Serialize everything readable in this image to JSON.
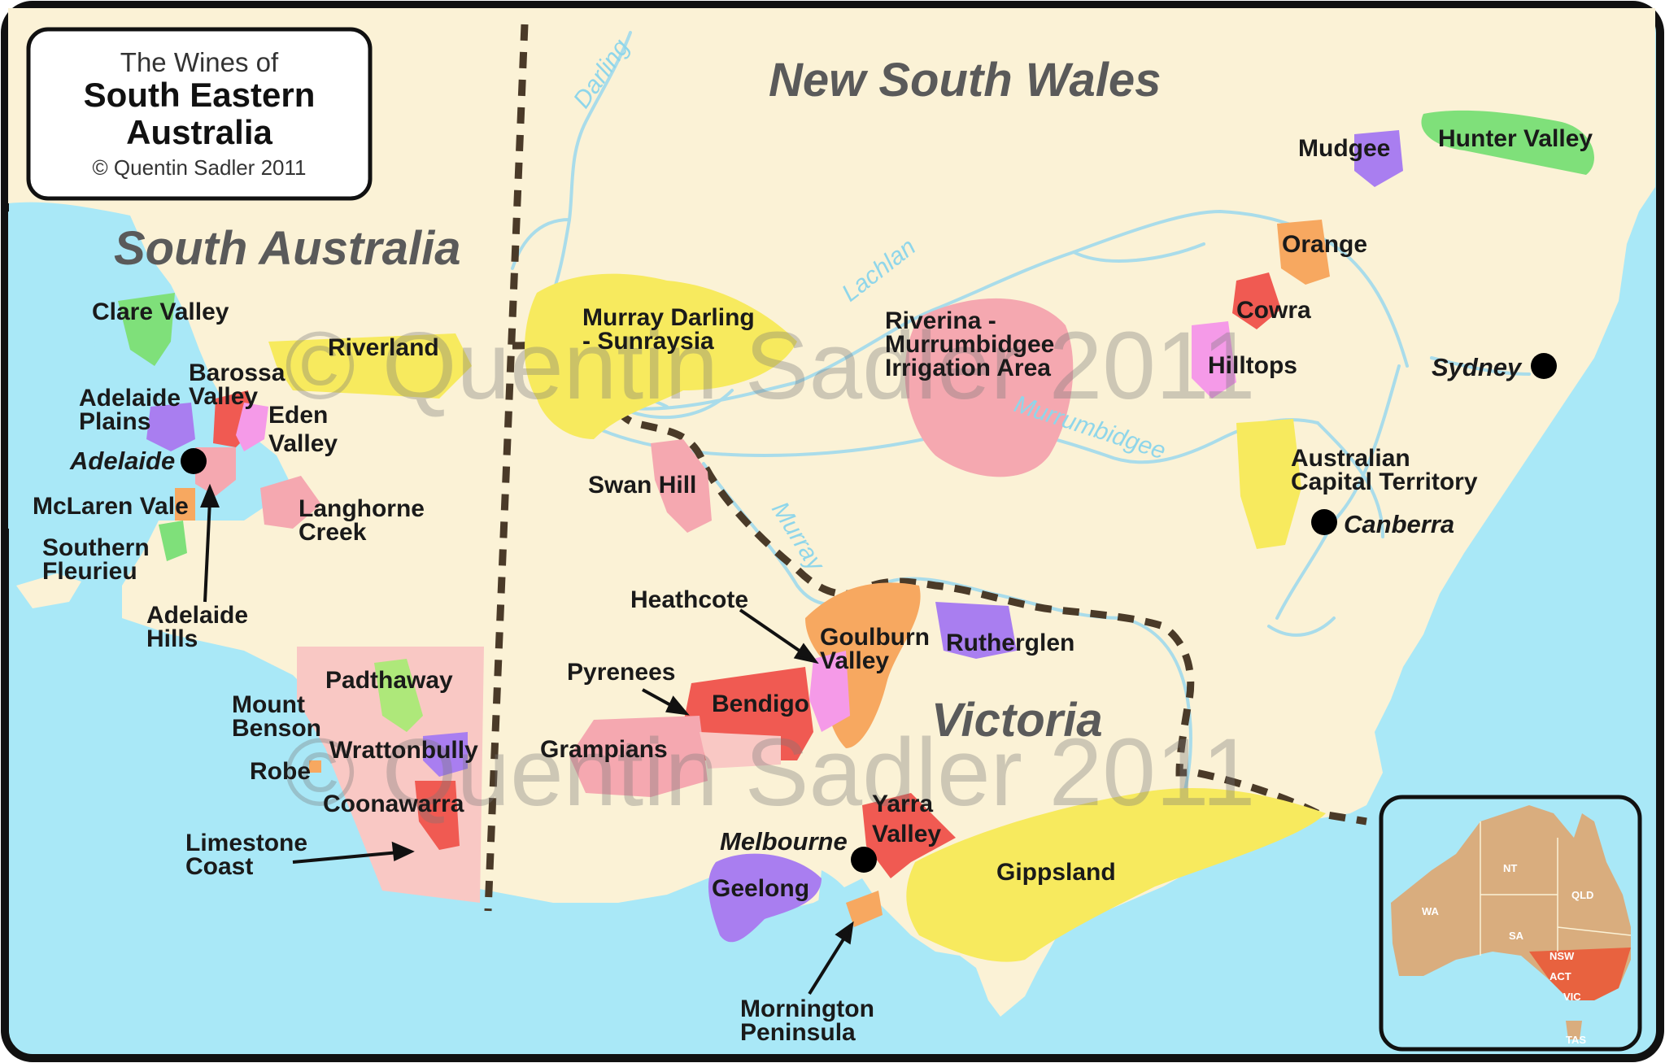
{
  "title": {
    "line1": "The Wines of",
    "line2": "South Eastern",
    "line3": "Australia",
    "copyright": "© Quentin Sadler 2011"
  },
  "watermark": "© Quentin Sadler 2011",
  "colors": {
    "sea": "#a9e8f7",
    "land": "#fbf2d6",
    "river": "#a9dcea",
    "border": "#4a3a28",
    "frame": "#111111"
  },
  "states": {
    "sa": "South Australia",
    "nsw": "New South Wales",
    "vic": "Victoria"
  },
  "rivers": {
    "darling": "Darling",
    "lachlan": "Lachlan",
    "murrumbidgee": "Murrumbidgee",
    "murray": "Murray"
  },
  "cities": {
    "adelaide": "Adelaide",
    "sydney": "Sydney",
    "canberra": "Canberra",
    "melbourne": "Melbourne"
  },
  "regions": {
    "clare_valley": "Clare Valley",
    "riverland": "Riverland",
    "barossa_1": "Barossa",
    "barossa_2": "Valley",
    "adelaide_plains_1": "Adelaide",
    "adelaide_plains_2": "Plains",
    "eden_1": "Eden",
    "eden_2": "Valley",
    "mclaren_vale": "McLaren Vale",
    "langhorne_1": "Langhorne",
    "langhorne_2": "Creek",
    "southern_fleurieu_1": "Southern",
    "southern_fleurieu_2": "Fleurieu",
    "adelaide_hills_1": "Adelaide",
    "adelaide_hills_2": "Hills",
    "padthaway": "Padthaway",
    "mount_benson_1": "Mount",
    "mount_benson_2": "Benson",
    "wrattonbully": "Wrattonbully",
    "robe": "Robe",
    "coonawarra": "Coonawarra",
    "limestone_1": "Limestone",
    "limestone_2": "Coast",
    "murray_darling_1": "Murray Darling",
    "murray_darling_2": "- Sunraysia",
    "swan_hill": "Swan Hill",
    "riverina_1": "Riverina -",
    "riverina_2": "Murrumbidgee",
    "riverina_3": "Irrigation Area",
    "mudgee": "Mudgee",
    "hunter_valley": "Hunter Valley",
    "orange": "Orange",
    "cowra": "Cowra",
    "hilltops": "Hilltops",
    "act_1": "Australian",
    "act_2": "Capital Territory",
    "heathcote": "Heathcote",
    "goulburn_1": "Goulburn",
    "goulburn_2": "Valley",
    "rutherglen": "Rutherglen",
    "pyrenees": "Pyrenees",
    "bendigo": "Bendigo",
    "grampians": "Grampians",
    "yarra_1": "Yarra",
    "yarra_2": "Valley",
    "gippsland": "Gippsland",
    "geelong": "Geelong",
    "mornington_1": "Mornington",
    "mornington_2": "Peninsula"
  },
  "inset": {
    "wa": "WA",
    "nt": "NT",
    "qld": "QLD",
    "sa": "SA",
    "nsw": "NSW",
    "act": "ACT",
    "vic": "VIC",
    "tas": "TAS"
  }
}
